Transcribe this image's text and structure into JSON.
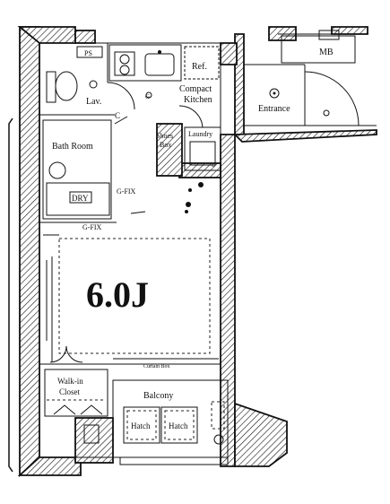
{
  "labels": {
    "ps": "PS",
    "mb": "MB",
    "ref": "Ref.",
    "compact_kitchen": [
      "Compact",
      "Kitchen"
    ],
    "entrance": "Entrance",
    "lav": "Lav.",
    "bath_room": "Bath Room",
    "shoes_box": [
      "Shoes",
      "Box"
    ],
    "laundry": "Laundry",
    "dry": "DRY",
    "g_fix_1": "G-FIX",
    "g_fix_2": "G-FIX",
    "room_size": "6.0J",
    "walk_in_closet": [
      "Walk-in",
      "Closet"
    ],
    "balcony": "Balcony",
    "hatch_1": "Hatch",
    "hatch_2": "Hatch",
    "curtain_box": "Curtain Box"
  }
}
